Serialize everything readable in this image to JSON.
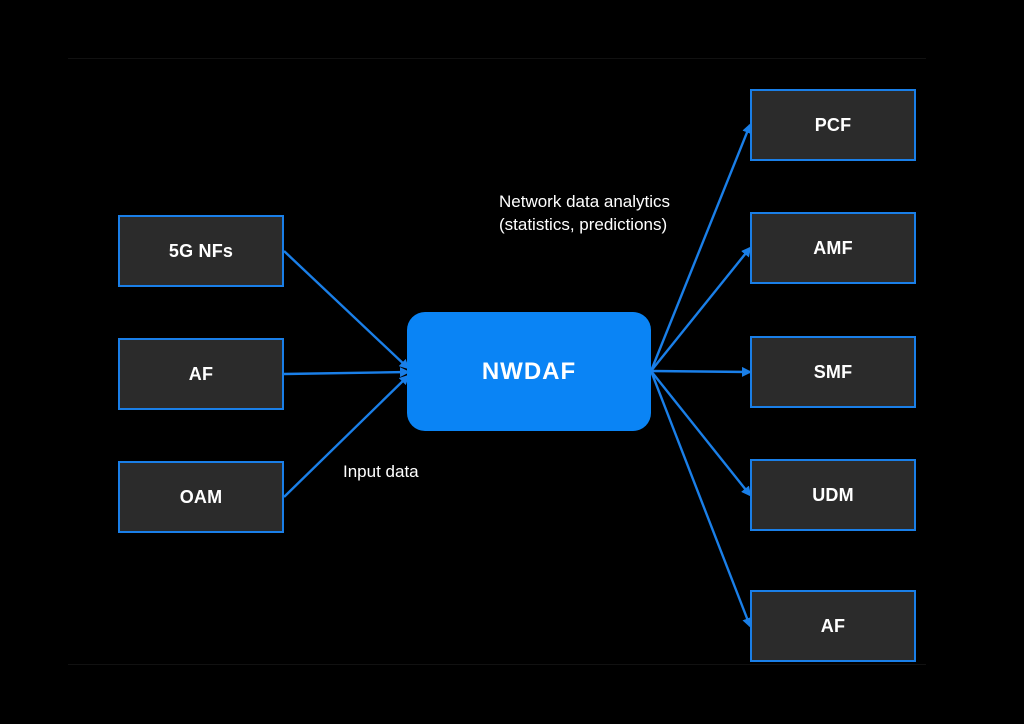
{
  "diagram": {
    "hub_label": "NWDAF",
    "inputs": [
      {
        "id": "in-5g-nfs",
        "label": "5G NFs"
      },
      {
        "id": "in-af",
        "label": "AF"
      },
      {
        "id": "in-oam",
        "label": "OAM"
      }
    ],
    "outputs": [
      {
        "id": "out-pcf",
        "label": "PCF"
      },
      {
        "id": "out-amf",
        "label": "AMF"
      },
      {
        "id": "out-smf",
        "label": "SMF"
      },
      {
        "id": "out-udm",
        "label": "UDM"
      },
      {
        "id": "out-af",
        "label": "AF"
      }
    ],
    "input_caption": "Input data",
    "output_caption_line1": "Network data analytics",
    "output_caption_line2": "(statistics, predictions)"
  },
  "colors": {
    "background": "#000000",
    "node_fill": "#2b2b2b",
    "node_border": "#1a7fe8",
    "hub_fill": "#0a84f5",
    "arrow": "#1a7fe8",
    "text": "#ffffff"
  }
}
